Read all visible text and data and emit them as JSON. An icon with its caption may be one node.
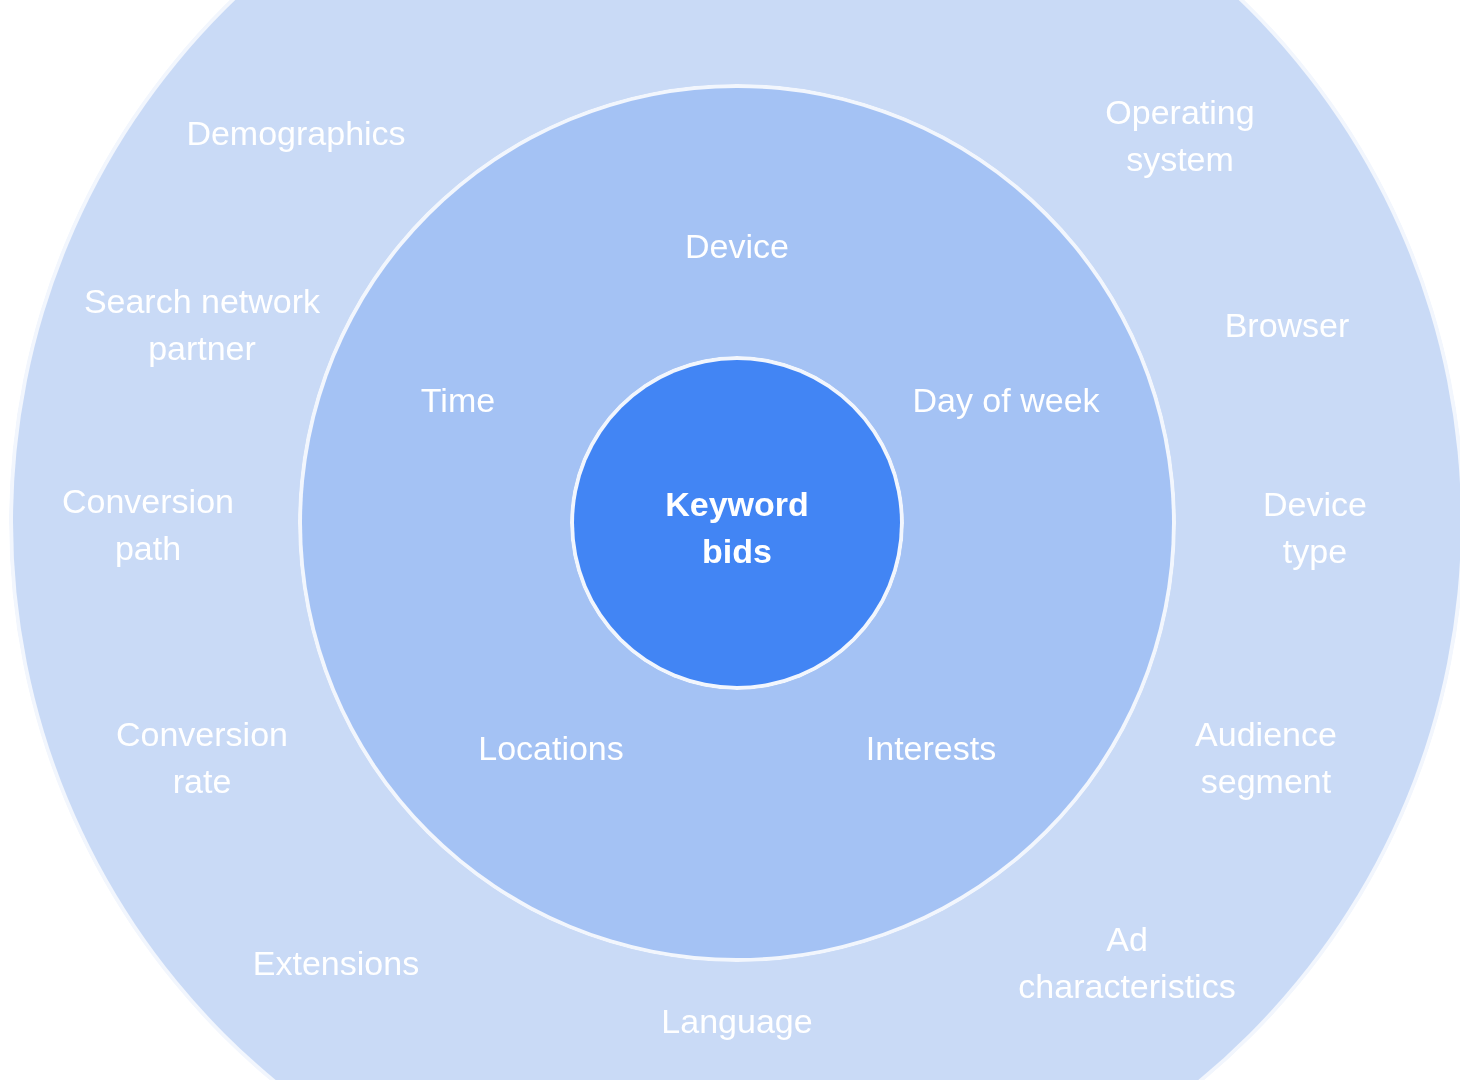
{
  "diagram": {
    "nodes": [
      {
        "text": [
          "Demographics",
          "Operating system",
          "Search network partner",
          "Browser",
          "Conversion path",
          "Device type",
          "Conversion rate",
          "Audience segment",
          "Extensions",
          "Ad characteristics",
          "Language"
        ]
      },
      {
        "text": [
          "Device",
          "Time",
          "Day of week",
          "Locations",
          "Interests"
        ],
        "in": 0
      },
      {
        "text": [
          "Keyword bids"
        ],
        "in": 1
      }
    ]
  }
}
